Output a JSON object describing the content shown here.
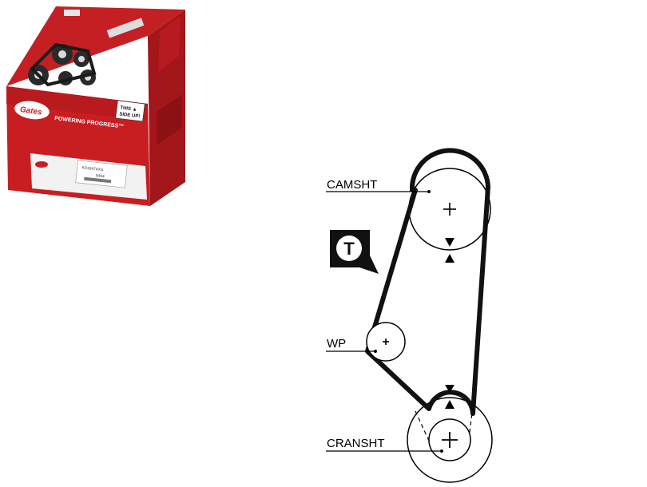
{
  "product_box": {
    "brand": "Gates",
    "tagline": "POWERING PROGRESS™",
    "orientation_line1": "THIS ▲",
    "orientation_line2": "SIDE UP!",
    "label_code1": "K015474XS",
    "label_code2": "5444",
    "colors": {
      "box_red": "#c81e22",
      "box_dark_red": "#9e1418",
      "box_white": "#f2f2f2"
    }
  },
  "diagram": {
    "labels": {
      "camshaft": "CAMSHT",
      "water_pump": "WP",
      "crankshaft": "CRANSHT"
    },
    "tensioner_badge": "T",
    "colors": {
      "belt": "#111111",
      "line": "#000000"
    }
  }
}
